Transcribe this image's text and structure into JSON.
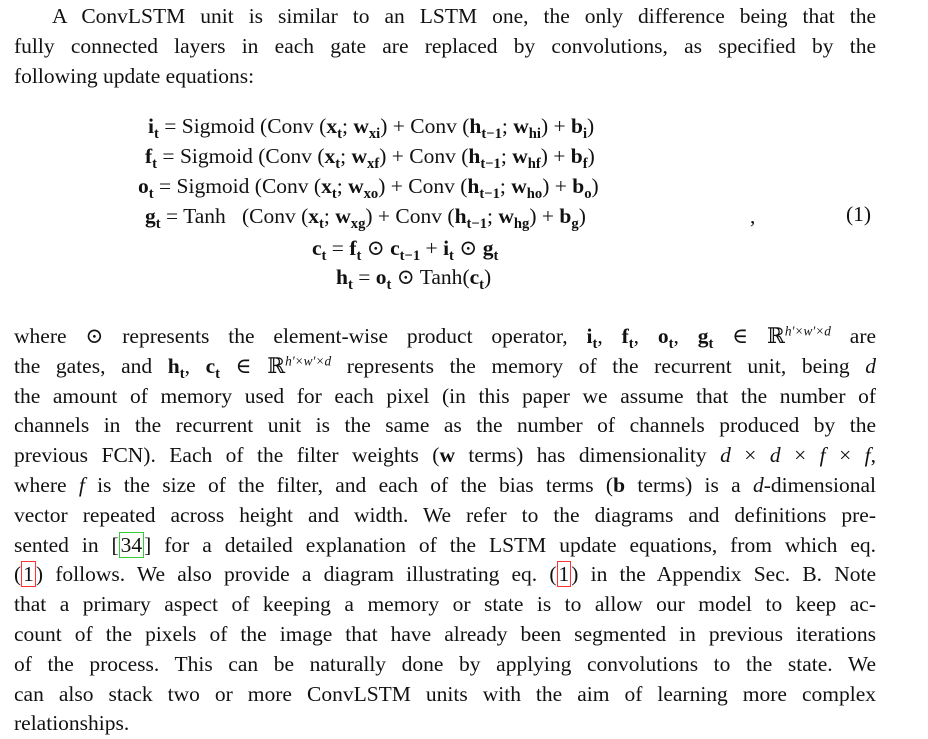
{
  "intro": {
    "line1": "A ConvLSTM unit is similar to an LSTM one, the only difference being that the",
    "line2": "fully connected layers in each gate are replaced by convolutions, as specified by the",
    "line3": "following update equations:"
  },
  "equations": {
    "number": "(1)",
    "comma": ",",
    "sigmoid": "Sigmoid",
    "tanh": "Tanh",
    "conv": "Conv",
    "odot": "⊙"
  },
  "body": {
    "l1a": "where ⊙ represents the element-wise product operator,",
    "l1b": "are",
    "l2a": "the gates, and",
    "l2b": "represents the memory of the recurrent unit, being",
    "l3": "the amount of memory used for each pixel (in this paper we assume that the number of",
    "l4": "channels in the recurrent unit is the same as the number of channels produced by the",
    "l5a": "previous FCN). Each of the filter weights (",
    "l5b": "terms) has dimensionality",
    "l6a": "where",
    "l6b": "is the size of the filter, and each of the bias terms (",
    "l6c": "terms) is a",
    "l6d": "-dimensional",
    "l7": "vector repeated across height and width. We refer to the diagrams and definitions pre-",
    "l8a": "sented in [",
    "l8ref": "34",
    "l8b": "] for a detailed explanation of the LSTM update equations, from which eq.",
    "l9a": "(",
    "l9ref": "1",
    "l9b": ") follows. We also provide a diagram illustrating eq. (",
    "l9c": ") in the Appendix Sec. B. Note",
    "l10": "that a primary aspect of keeping a memory or state is to allow our model to keep ac-",
    "l11": "count of the pixels of the image that have already been segmented in previous iterations",
    "l12": "of the process. This can be naturally done by applying convolutions to the state. We",
    "l13": "can also stack two or more ConvLSTM units with the aim of learning more complex",
    "l14": "relationships."
  },
  "colors": {
    "citation_box": "#33cc33",
    "equation_ref_box": "#ff3333"
  }
}
